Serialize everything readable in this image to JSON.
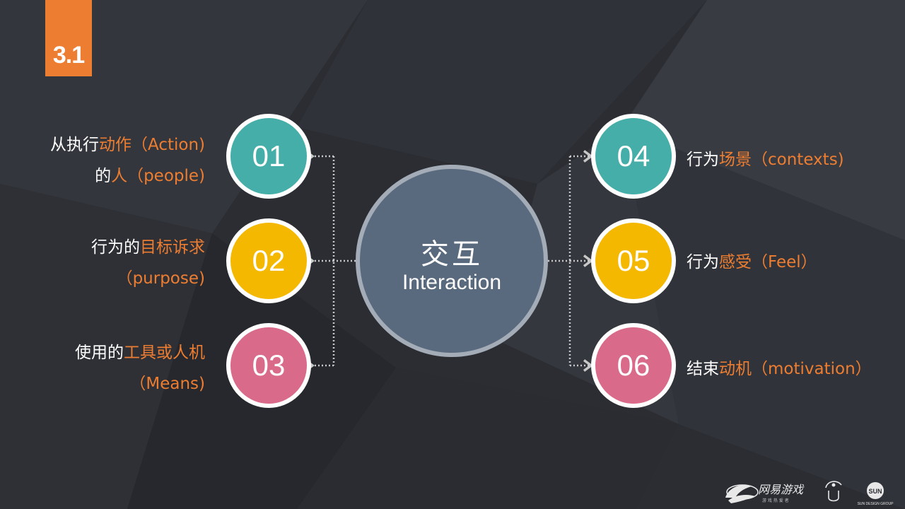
{
  "section": {
    "number": "3.1"
  },
  "center": {
    "title_cn": "交互",
    "title_en": "Interaction"
  },
  "nodes": [
    {
      "number": "01",
      "color": "#45aea8",
      "text_plain_1": "从执行",
      "text_hl_1": "动作（Action)",
      "text_plain_2": "的",
      "text_hl_2": "人（people)"
    },
    {
      "number": "02",
      "color": "#f5b800",
      "text_plain_1": "行为的",
      "text_hl_1": "目标诉求",
      "text_hl_2": "（purpose)"
    },
    {
      "number": "03",
      "color": "#da6a8a",
      "text_plain_1": "使用的",
      "text_hl_1": "工具或人机",
      "text_hl_2": "（Means)"
    },
    {
      "number": "04",
      "color": "#45aea8",
      "text_plain": "行为",
      "text_hl": "场景（contexts)"
    },
    {
      "number": "05",
      "color": "#f5b800",
      "text_plain": "行为",
      "text_hl": "感受（Feel）"
    },
    {
      "number": "06",
      "color": "#da6a8a",
      "text_plain": "结束",
      "text_hl": "动机（motivation）"
    }
  ],
  "colors": {
    "accent": "#ed7d31",
    "background": "#2b2d33"
  },
  "logos": {
    "brand_1": "网易游戏",
    "brand_1_sub": "游 戏 热 爱 者",
    "brand_3": "SUN DESIGN GROUP"
  }
}
